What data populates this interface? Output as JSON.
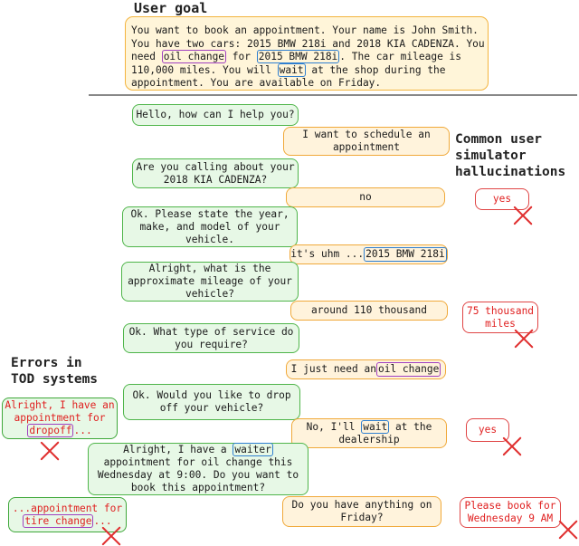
{
  "goal": {
    "title": "User goal",
    "line1": "You want to book an appointment. Your name is John Smith.",
    "line2": "You have two cars: 2015 BMW 218i and 2018 KIA CADENZA. You",
    "line3_pre": "need ",
    "line3_hl1": "oil change",
    "line3_mid": " for ",
    "line3_hl2": "2015 BMW 218i",
    "line3_post": ". The car mileage is",
    "line4_pre": "110,000 miles. You will ",
    "line4_hl": "wait",
    "line4_post": " at the shop during the",
    "line5": "appointment. You are available on Friday."
  },
  "labels": {
    "hallucinations": "Common user\nsimulator\nhallucinations",
    "errors": "Errors in\nTOD systems"
  },
  "dialog": {
    "s1": "Hello, how can I help you?",
    "u1": "I want to schedule an\nappointment",
    "s2": "Are you calling about your\n2018 KIA CADENZA?",
    "u2": "no",
    "s3": "Ok. Please state the year,\nmake, and model of your\nvehicle.",
    "u3_pre": "it's uhm ...",
    "u3_hl": "2015 BMW 218i",
    "s4": "Alright, what is the\napproximate mileage of your\nvehicle?",
    "u4": "around 110 thousand",
    "s5": "Ok. What type of service do\nyou require?",
    "u5_pre": "I just need an ",
    "u5_hl": "oil change",
    "s6": "Ok. Would you like to drop\noff your vehicle?",
    "u6_pre": "No, I'll ",
    "u6_hl": "wait",
    "u6_post": " at the",
    "u6_line2": "dealership",
    "s7_pre": "Alright, I have a ",
    "s7_hl": "waiter",
    "s7_rest": "appointment for oil change this\nWednesday at 9:00. Do you want to\nbook this appointment?",
    "u7": "Do you have anything on\nFriday?"
  },
  "hallucinations": {
    "h1": "yes",
    "h2": "75 thousand\nmiles",
    "h3": "yes",
    "h4": "Please book for\nWednesday 9 AM"
  },
  "errors": {
    "e1_pre": "Alright, I have an\nappointment for\n",
    "e1_hl": "dropoff",
    "e1_post": "...",
    "e2_line1": "...appointment for",
    "e2_hl": "tire change",
    "e2_post": "..."
  },
  "colors": {
    "system_fill": "#e7f8e6",
    "system_border": "#4fb54a",
    "user_fill": "#fff3dc",
    "user_border": "#f0a93a",
    "error_red": "#e02020",
    "highlight_purple": "#a040c0",
    "highlight_blue": "#2f7fd0"
  }
}
